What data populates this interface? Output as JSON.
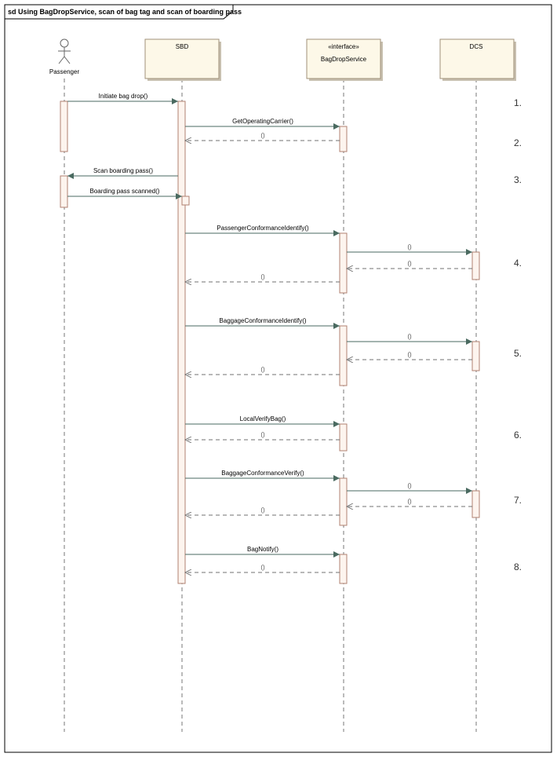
{
  "frame": {
    "title": "sd Using BagDropService, scan of bag tag and scan of boarding pass"
  },
  "participants": {
    "passenger": {
      "name": "Passenger"
    },
    "sbd": {
      "name": "SBD"
    },
    "bds": {
      "stereotype": "«interface»",
      "name": "BagDropService"
    },
    "dcs": {
      "name": "DCS"
    }
  },
  "messages": {
    "initiate": "Initiate bag drop()",
    "get_carrier": "GetOperatingCarrier()",
    "get_carrier_ret": "()",
    "scan_bp": "Scan boarding pass()",
    "bp_scanned": "Boarding pass scanned()",
    "pci": "PassengerConformanceIdentify()",
    "pci_dcs": "()",
    "pci_dcs_ret": "()",
    "pci_ret": "()",
    "bci": "BaggageConformanceIdentify()",
    "bci_dcs": "()",
    "bci_dcs_ret": "()",
    "bci_ret": "()",
    "lvb": "LocalVerifyBag()",
    "lvb_ret": "()",
    "bcv": "BaggageConformanceVerify()",
    "bcv_dcs": "()",
    "bcv_dcs_ret": "()",
    "bcv_ret": "()",
    "bagnotify": "BagNotify()",
    "bagnotify_ret": "()"
  },
  "steps": [
    "1.",
    "2.",
    "3.",
    "4.",
    "5.",
    "6.",
    "7.",
    "8."
  ],
  "colors": {
    "participant_fill": "#fdf8e8",
    "participant_border": "#a09078",
    "activation_fill": "#fdf4ee",
    "activation_border": "#b08070",
    "call_arrow": "#4a6a60",
    "return_arrow": "#707070",
    "frame_border": "#000000"
  }
}
